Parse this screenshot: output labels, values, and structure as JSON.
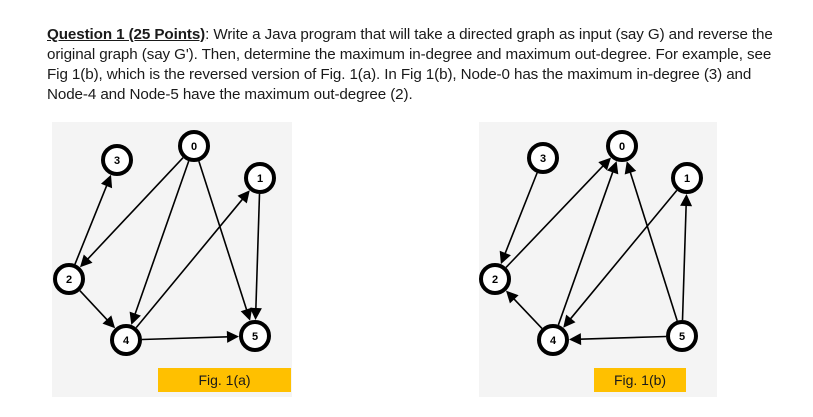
{
  "question": {
    "heading": "Question 1 (25 Points)",
    "colon": ":",
    "body": " Write a Java program that will take a directed graph as input (say G) and reverse the original graph (say G'). Then, determine the maximum in-degree and maximum out-degree. For example, see Fig 1(b), which is the reversed version of Fig. 1(a). In Fig 1(b), Node-0 has the maximum in-degree (3) and Node-4 and Node-5 have the maximum out-degree (2)."
  },
  "figures": [
    {
      "id": "a",
      "caption": "Fig. 1(a)",
      "nodes": [
        {
          "id": "0",
          "label": "0"
        },
        {
          "id": "1",
          "label": "1"
        },
        {
          "id": "2",
          "label": "2"
        },
        {
          "id": "3",
          "label": "3"
        },
        {
          "id": "4",
          "label": "4"
        },
        {
          "id": "5",
          "label": "5"
        }
      ],
      "edges": [
        {
          "from": "2",
          "to": "3"
        },
        {
          "from": "0",
          "to": "2"
        },
        {
          "from": "0",
          "to": "4"
        },
        {
          "from": "0",
          "to": "5"
        },
        {
          "from": "4",
          "to": "1"
        },
        {
          "from": "1",
          "to": "5"
        },
        {
          "from": "2",
          "to": "4"
        },
        {
          "from": "4",
          "to": "5"
        }
      ]
    },
    {
      "id": "b",
      "caption": "Fig. 1(b)",
      "nodes": [
        {
          "id": "0",
          "label": "0"
        },
        {
          "id": "1",
          "label": "1"
        },
        {
          "id": "2",
          "label": "2"
        },
        {
          "id": "3",
          "label": "3"
        },
        {
          "id": "4",
          "label": "4"
        },
        {
          "id": "5",
          "label": "5"
        }
      ],
      "edges": [
        {
          "from": "3",
          "to": "2"
        },
        {
          "from": "2",
          "to": "0"
        },
        {
          "from": "4",
          "to": "0"
        },
        {
          "from": "5",
          "to": "0"
        },
        {
          "from": "1",
          "to": "4"
        },
        {
          "from": "5",
          "to": "1"
        },
        {
          "from": "4",
          "to": "2"
        },
        {
          "from": "5",
          "to": "4"
        }
      ]
    }
  ]
}
